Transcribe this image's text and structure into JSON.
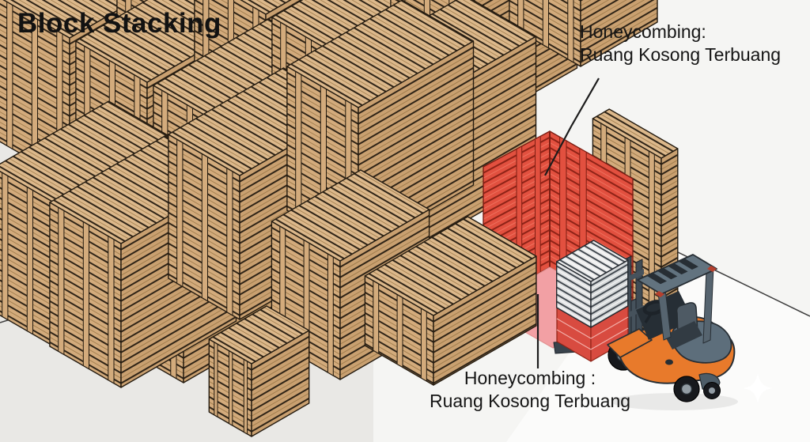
{
  "title": "Block Stacking",
  "annotations": {
    "top": {
      "line1": "Honeycombing:",
      "line2": "Ruang Kosong Terbuang"
    },
    "bottom": {
      "line1": "Honeycombing :",
      "line2": "Ruang Kosong Terbuang"
    }
  },
  "icons": {
    "sparkle_icon": "four-point-star"
  },
  "scene": {
    "subject": "isometric warehouse block stacking with honeycombing void and forklift"
  },
  "colors": {
    "bg_left": "#e9e8e5",
    "bg_right": "#f5f5f3",
    "bg_floor": "#fbfbfa",
    "line": "#3f3f3f",
    "text": "#121212",
    "wood_top": "#dcb88b",
    "wood_side": "#c9a070",
    "wood_end": "#d3ab7c",
    "wood_line": "#2f2417",
    "wood_light": "#987647",
    "outline": "#241b10",
    "red": "#e2503f",
    "red_line": "#8e2317",
    "red_light": "#f07a66",
    "red_outline": "#7c1d12",
    "pink": "#f2a0a4",
    "pallet_red": "#d84b40",
    "red_accent": "#b5402e",
    "crate_top": "#ededed",
    "crate_side": "#d7dadb",
    "crate_end": "#e3e4e5",
    "crate_line": "#434a51",
    "orange": "#e87a2b",
    "slate": "#62737f",
    "slate_dark": "#46525c",
    "ink": "#272e34"
  }
}
